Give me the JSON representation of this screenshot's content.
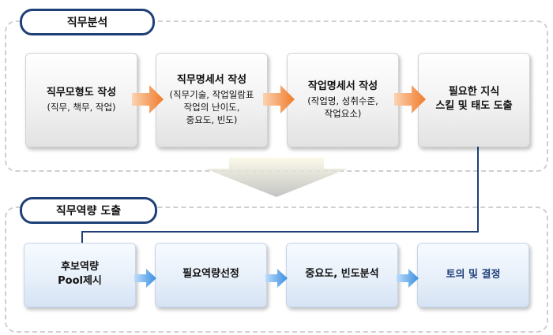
{
  "section1": {
    "title": "직무분석",
    "steps": [
      {
        "title": "직무모형도 작성",
        "lines": [
          "(직무, 책무, 작업)"
        ]
      },
      {
        "title": "직무명세서 작성",
        "lines": [
          "(직무기술, 작업일람표",
          "작업의 난이도,",
          "중요도, 빈도)"
        ]
      },
      {
        "title": "작업명세서 작성",
        "lines": [
          "(작업명, 성취수준,",
          "작업요소)"
        ]
      },
      {
        "title": "필요한 지식",
        "lines": [
          "스킬 및 태도 도출"
        ]
      }
    ]
  },
  "section2": {
    "title": "직무역량 도출",
    "steps": [
      {
        "title": "후보역량",
        "lines": [
          "Pool제시"
        ]
      },
      {
        "title": "필요역량선정"
      },
      {
        "title": "중요도, 빈도분석"
      },
      {
        "title": "토의 및 결정"
      }
    ]
  },
  "colors": {
    "pill_border": "#1f3f77",
    "orange_arrow": "#f07a2a",
    "blue_arrow": "#3a8fe0",
    "connector": "#1f3f77"
  }
}
